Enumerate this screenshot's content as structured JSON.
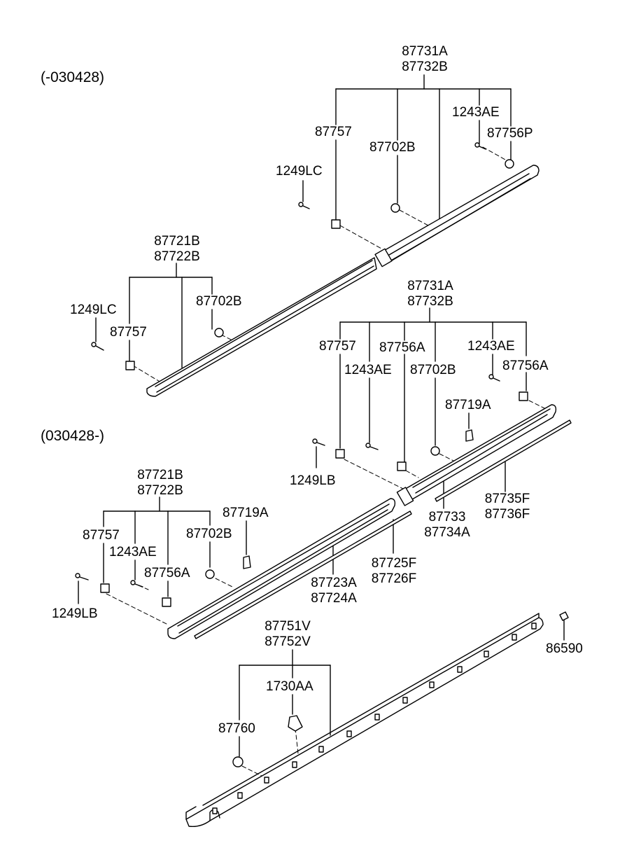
{
  "headers": {
    "top": "(-030428)",
    "bottom": "(030428-)"
  },
  "labels": {
    "a_87731": [
      "87731A",
      "87732B"
    ],
    "a_87757": "87757",
    "a_87702": "87702B",
    "a_1243": "1243AE",
    "a_87756": "87756P",
    "a_1249": "1249LC",
    "a_87721": [
      "87721B",
      "87722B"
    ],
    "a2_1249": "1249LC",
    "a2_87757": "87757",
    "a2_87702": "87702B",
    "b_87731": [
      "87731A",
      "87732B"
    ],
    "b_87757": "87757",
    "b_87756a": "87756A",
    "b_1243a": "1243AE",
    "b_1243b": "1243AE",
    "b_87702": "87702B",
    "b_87756b": "87756A",
    "b_87719": "87719A",
    "b_1249": "1249LB",
    "b_87735": [
      "87735F",
      "87736F"
    ],
    "b_87733": [
      "87733",
      "87734A"
    ],
    "c_87721": [
      "87721B",
      "87722B"
    ],
    "c_87757": "87757",
    "c_1243": "1243AE",
    "c_87756": "87756A",
    "c_87702": "87702B",
    "c_87719": "87719A",
    "c_1249": "1249LB",
    "c_87725": [
      "87725F",
      "87726F"
    ],
    "c_87723": [
      "87723A",
      "87724A"
    ],
    "d_87751": [
      "87751V",
      "87752V"
    ],
    "d_1730": "1730AA",
    "d_87760": "87760",
    "d_86590": "86590"
  }
}
